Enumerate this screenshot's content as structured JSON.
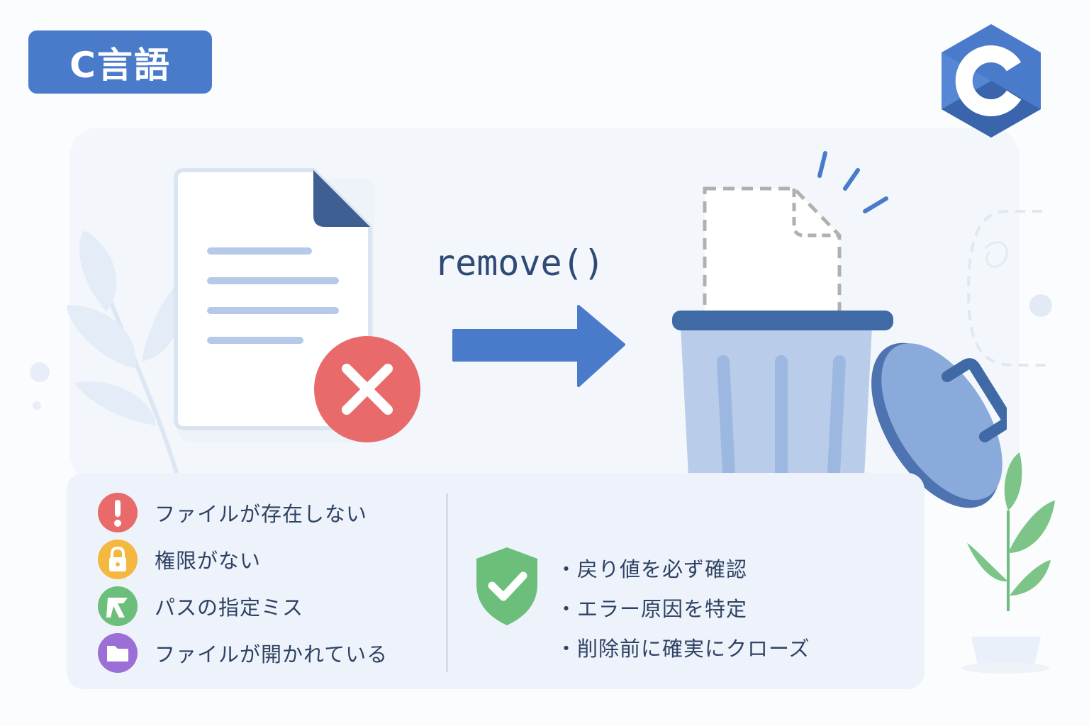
{
  "badge": {
    "label": "C言語"
  },
  "function_label": "remove()",
  "causes": [
    {
      "text": "ファイルが存在しない",
      "icon": "exclamation-icon",
      "color": "#e86a6a"
    },
    {
      "text": "権限がない",
      "icon": "lock-icon",
      "color": "#f4b740"
    },
    {
      "text": "パスの指定ミス",
      "icon": "path-icon",
      "color": "#6cbf7a"
    },
    {
      "text": "ファイルが開かれている",
      "icon": "folder-icon",
      "color": "#9b6fd6"
    }
  ],
  "tips": [
    "・戻り値を必ず確認",
    "・エラー原因を特定",
    "・削除前に確実にクローズ"
  ],
  "colors": {
    "accent": "#4a7bcb",
    "error": "#e86a6a",
    "success": "#6cbf7a",
    "trash_body": "#b9cdea",
    "trash_rim": "#3f6aa6"
  }
}
